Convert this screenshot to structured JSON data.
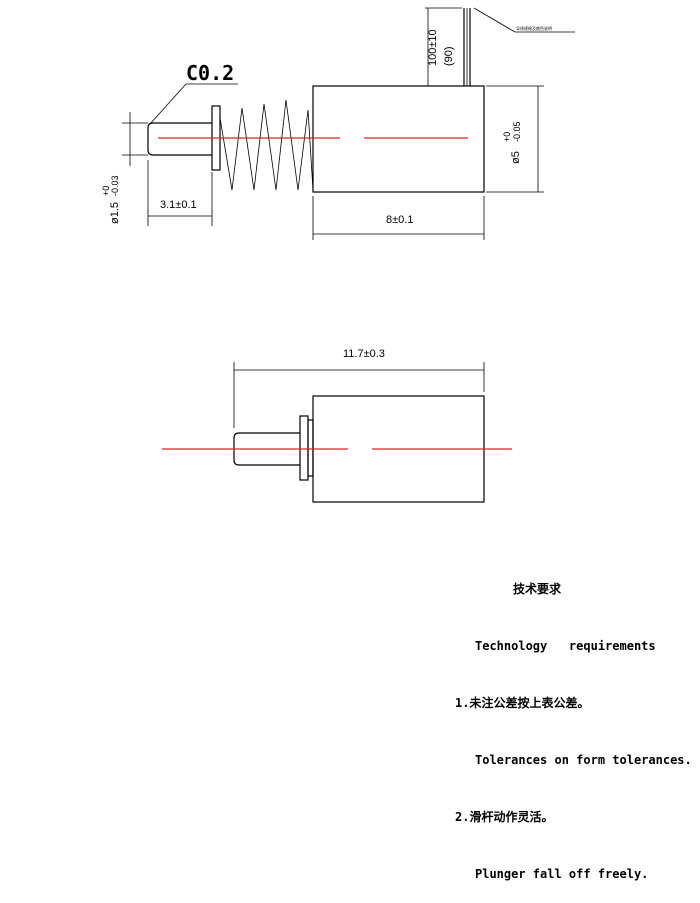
{
  "drawing": {
    "chamfer_label": "C0.2",
    "lead_length": "100±10",
    "lead_length_ref": "(90)",
    "lead_note": "导线规格及颜色说明",
    "plunger_dia": "ø1.5",
    "plunger_dia_tol_upper": "+0",
    "plunger_dia_tol_lower": "-0.03",
    "plunger_ext": "3.1±0.1",
    "body_length": "8±0.1",
    "body_dia": "ø5",
    "body_dia_tol_upper": "+0",
    "body_dia_tol_lower": "-0.05",
    "total_length": "11.7±0.3"
  },
  "notes": {
    "title": "技术要求",
    "subtitle": "Technology   requirements",
    "item1_cn": "1.未注公差按上表公差。",
    "item1_en": "Tolerances on form tolerances.",
    "item2_cn": "2.滑杆动作灵活。",
    "item2_en": "Plunger fall off freely."
  },
  "colors": {
    "centerline": "#e02020",
    "line": "#000000"
  }
}
